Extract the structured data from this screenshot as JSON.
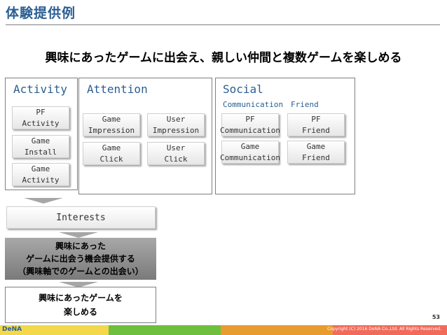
{
  "slide": {
    "title": "体験提供例",
    "headline": "興味にあったゲームに出会え、親しい仲間と複数ゲームを楽しめる",
    "page_number": "53"
  },
  "panels": {
    "activity": {
      "title": "Activity",
      "boxes": [
        "PF\nActivity",
        "Game\nInstall",
        "Game\nActivity"
      ]
    },
    "attention": {
      "title": "Attention",
      "boxes": [
        "Game\nImpression",
        "User\nImpression",
        "Game\nClick",
        "User\nClick"
      ]
    },
    "social": {
      "title": "Social",
      "sub_communication": "Communication",
      "sub_friend": "Friend",
      "boxes": [
        "PF\nCommunication",
        "PF\nFriend",
        "Game\nCommunication",
        "Game\nFriend"
      ]
    }
  },
  "flow": {
    "interests": "Interests",
    "opportunity": "興味にあった\nゲームに出会う機会提供する\n（興味軸でのゲームとの出会い）",
    "outcome": "興味にあったゲームを\n楽しめる"
  },
  "footer": {
    "logo": "DeNA",
    "copyright": "Copyright (C) 2016 DeNA Co.,Ltd. All Rights Reserved.",
    "colors": [
      "#f2d84a",
      "#6fbf3f",
      "#e89b2f",
      "#f26b5a"
    ]
  },
  "colors": {
    "accent": "#2b5f93",
    "panel_border": "#7f7f7f",
    "arrow": "#a6a6a6"
  }
}
